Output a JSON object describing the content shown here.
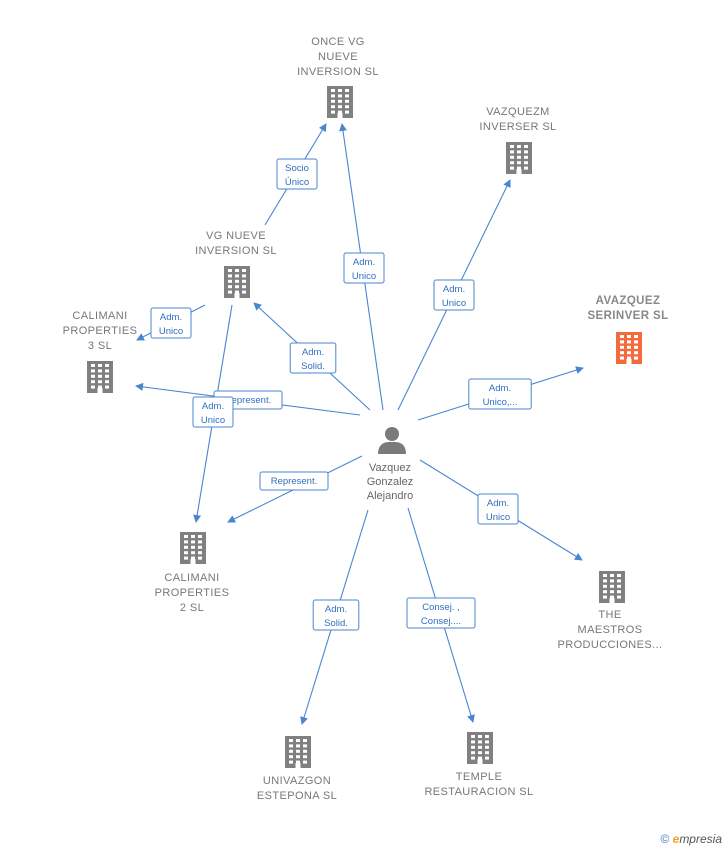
{
  "center": {
    "label_lines": [
      "Vazquez",
      "Gonzalez",
      "Alejandro"
    ],
    "icon": "person-icon"
  },
  "nodes": [
    {
      "id": "once_vg",
      "lines": [
        "ONCE VG",
        "NUEVE",
        "INVERSION  SL"
      ],
      "highlight": false,
      "icon": "building-icon"
    },
    {
      "id": "vazquezm",
      "lines": [
        "VAZQUEZM",
        "INVERSER  SL"
      ],
      "highlight": false,
      "icon": "building-icon"
    },
    {
      "id": "vg_nueve",
      "lines": [
        "VG NUEVE",
        "INVERSION  SL"
      ],
      "highlight": false,
      "icon": "building-icon"
    },
    {
      "id": "avazquez",
      "lines": [
        "AVAZQUEZ",
        "SERINVER  SL"
      ],
      "highlight": true,
      "icon": "building-icon"
    },
    {
      "id": "calimani3",
      "lines": [
        "CALIMANI",
        "PROPERTIES",
        "3  SL"
      ],
      "highlight": false,
      "icon": "building-icon"
    },
    {
      "id": "calimani2",
      "lines": [
        "CALIMANI",
        "PROPERTIES",
        "2  SL"
      ],
      "highlight": false,
      "icon": "building-icon"
    },
    {
      "id": "maestros",
      "lines": [
        "THE",
        "MAESTROS",
        "PRODUCCIONES..."
      ],
      "highlight": false,
      "icon": "building-icon"
    },
    {
      "id": "univazgon",
      "lines": [
        "UNIVAZGON",
        "ESTEPONA  SL"
      ],
      "highlight": false,
      "icon": "building-icon"
    },
    {
      "id": "temple",
      "lines": [
        "TEMPLE",
        "RESTAURACION SL"
      ],
      "highlight": false,
      "icon": "building-icon"
    }
  ],
  "edges": [
    {
      "from": "vg_nueve",
      "to": "once_vg",
      "lines": [
        "Socio",
        "Único"
      ]
    },
    {
      "from": "center",
      "to": "once_vg",
      "lines": [
        "Adm.",
        "Unico"
      ]
    },
    {
      "from": "center",
      "to": "vazquezm",
      "lines": [
        "Adm.",
        "Unico"
      ]
    },
    {
      "from": "center",
      "to": "vg_nueve",
      "lines": [
        "Adm.",
        "Solid."
      ]
    },
    {
      "from": "center",
      "to": "avazquez",
      "lines": [
        "Adm.",
        "Unico,..."
      ]
    },
    {
      "from": "vg_nueve",
      "to": "calimani3",
      "lines": [
        "Adm.",
        "Unico"
      ]
    },
    {
      "from": "center",
      "to": "calimani3",
      "lines": [
        "Represent."
      ]
    },
    {
      "from": "vg_nueve",
      "to": "calimani2",
      "lines": [
        "Adm.",
        "Unico"
      ]
    },
    {
      "from": "center",
      "to": "calimani2",
      "lines": [
        "Represent."
      ]
    },
    {
      "from": "center",
      "to": "maestros",
      "lines": [
        "Adm.",
        "Unico"
      ]
    },
    {
      "from": "center",
      "to": "univazgon",
      "lines": [
        "Adm.",
        "Solid."
      ]
    },
    {
      "from": "center",
      "to": "temple",
      "lines": [
        "Consej. ,",
        "Consej...."
      ]
    }
  ],
  "colors": {
    "edge": "#4a86d0",
    "node": "#808080",
    "highlight": "#f26a3d",
    "person": "#7a7a7a"
  },
  "footer": {
    "copyright": "©",
    "brand_first": "e",
    "brand_rest": "mpresia"
  }
}
